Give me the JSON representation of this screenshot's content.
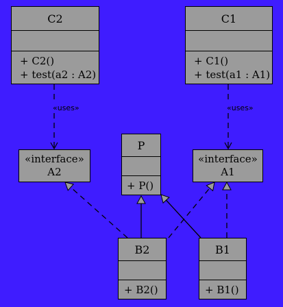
{
  "classes": {
    "c2": {
      "name": "C2",
      "ops": [
        "+ C2()",
        "+ test(a2 : A2)"
      ]
    },
    "c1": {
      "name": "C1",
      "ops": [
        "+ C1()",
        "+ test(a1 : A1)"
      ]
    },
    "p": {
      "name": "P",
      "ops": [
        "+ P()"
      ]
    },
    "b2": {
      "name": "B2",
      "ops": [
        "+ B2()"
      ]
    },
    "b1": {
      "name": "B1",
      "ops": [
        "+ B1()"
      ]
    }
  },
  "interfaces": {
    "a2": {
      "stereotype": "«interface»",
      "name": "A2"
    },
    "a1": {
      "stereotype": "«interface»",
      "name": "A1"
    }
  },
  "relations": {
    "c2_uses_a2": "«uses»",
    "c1_uses_a1": "«uses»"
  },
  "colors": {
    "background": "#3f1cff",
    "box": "#9b9b9b",
    "line": "#000000"
  }
}
